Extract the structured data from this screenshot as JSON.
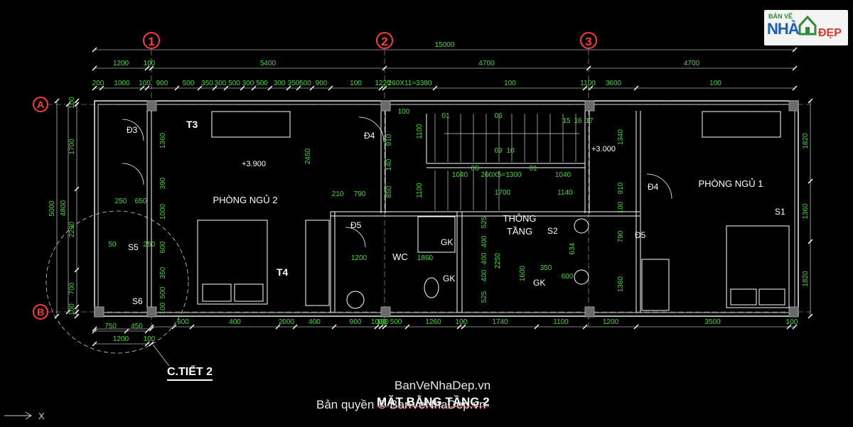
{
  "grid": {
    "columns": [
      "1",
      "2",
      "3"
    ],
    "rows": [
      "A",
      "B"
    ]
  },
  "dims": {
    "top_overall": "15000",
    "top_row1": [
      "1200",
      "5400",
      "4700",
      "4700"
    ],
    "top_row2": [
      "200",
      "1000",
      "100",
      "900",
      "500",
      "350",
      "300",
      "500",
      "300",
      "500",
      "300",
      "350",
      "500",
      "900",
      "1220",
      "260X11=3380",
      "100",
      "1100",
      "3600"
    ],
    "top_small_100": [
      "100",
      "100",
      "100"
    ],
    "bottom_row1": [
      "600",
      "400",
      "2000",
      "400",
      "900",
      "1000",
      "100",
      "500",
      "1260",
      "100",
      "1740",
      "1100",
      "1200",
      "3500",
      "100"
    ],
    "bottom_row2": [
      "750",
      "450"
    ],
    "bottom_row3": [
      "1200",
      "100"
    ],
    "left_outer": [
      "5000",
      "4800"
    ],
    "left_inner": [
      "1700",
      "2200",
      "700"
    ],
    "left_small": [
      "100",
      "100"
    ],
    "right_outer": [
      "1820",
      "1360",
      "1820"
    ],
    "interior": [
      "1360",
      "390",
      "1000",
      "600",
      "350",
      "500",
      "100",
      "2450",
      "910",
      "140",
      "850",
      "100",
      "1100",
      "1100",
      "1340",
      "910",
      "100",
      "790",
      "1360",
      "525",
      "400",
      "400",
      "400",
      "525",
      "2250",
      "1600",
      "350",
      "600",
      "634",
      "210",
      "790",
      "1200",
      "1860",
      "250",
      "650",
      "50",
      "250",
      "1040",
      "1040",
      "260X5=1300",
      "1700",
      "1140",
      "01",
      "06",
      "09",
      "10",
      "15",
      "16",
      "17",
      "06",
      "01"
    ]
  },
  "rooms": {
    "bedroom_2": "PHÒNG NGỦ 2",
    "bedroom_1": "PHÒNG NGỦ 1",
    "wc": "WC",
    "stair_well_1": "THÔNG",
    "stair_well_2": "TẦNG"
  },
  "levels": [
    "+3.900",
    "+3.000"
  ],
  "tags": [
    "T3",
    "T4",
    "Đ3",
    "Đ4",
    "Đ4",
    "Đ5",
    "Đ5",
    "S1",
    "S2",
    "S5",
    "S6",
    "GK",
    "GK",
    "GK"
  ],
  "callout": "C.TIẾT 2",
  "title": "MẶT BẰNG TẦNG 2",
  "watermark_site": "BanVeNhaDep.vn",
  "watermark_copy": "Bản quyền © BanVeNhaDep.vn",
  "logo": {
    "top": "BẢN VẼ",
    "main": "NHÀ",
    "accent": "ĐẸP"
  },
  "colors": {
    "background": "#000000",
    "walls": "#ffffff",
    "dims": "#3ddc2c",
    "grid_bubble": "#ff3b3b",
    "grid_line": "#b0b0b0",
    "text": "#ffffff"
  },
  "ucs": "X"
}
